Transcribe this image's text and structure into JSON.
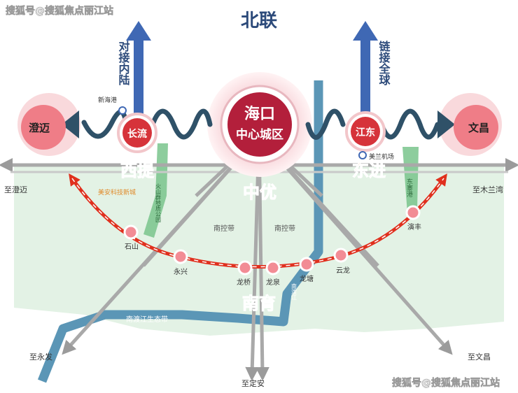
{
  "watermark_top": "搜狐号@搜狐焦点丽江站",
  "watermark_bottom": "搜狐号@搜狐焦点丽江站",
  "title_north": "北联",
  "arrow_left_label": "对接内陆",
  "arrow_right_label": "链接全球",
  "center_line1": "海口",
  "center_line2": "中心城区",
  "node_changliu": "长流",
  "node_jiangdong": "江东",
  "node_chengmai": "澄迈",
  "node_wenchang": "文昌",
  "port_xinhai": "新海港",
  "airport": "美兰机场",
  "direction_west": "西提",
  "direction_east": "东进",
  "direction_middle": "中优",
  "direction_south": "南育",
  "to_chengmai": "至澄迈",
  "to_mulanwan": "至木兰湾",
  "to_yongfa": "至永发",
  "to_dingan": "至定安",
  "to_wenchang": "至文昌",
  "meian_city": "美安科技新城",
  "volcano_park": "火山群地质公园",
  "dongzhai_port": "东寨港",
  "nankong_left": "南控带",
  "nankong_right": "南控带",
  "nandu_belt": "南渡江生态带",
  "nandu_river": "南渡江",
  "stations": {
    "shishan": "石山",
    "yongxing": "永兴",
    "longqiao": "龙桥",
    "longquan": "龙泉",
    "longtang": "龙塘",
    "yunlong": "云龙",
    "yanfeng": "演丰"
  },
  "colors": {
    "blue_arrow": "#3f68b4",
    "dark_teal": "#2f5168",
    "center_fill": "#b31f3b",
    "node_red": "#d6333a",
    "route_red": "#e0301e",
    "road_gray": "#a8a8a8",
    "land_green": "#dcefe0",
    "river_blue": "#5a96b6",
    "park_green": "#74c088",
    "west_orange": "#f4a341",
    "south_green": "#2da35a"
  }
}
